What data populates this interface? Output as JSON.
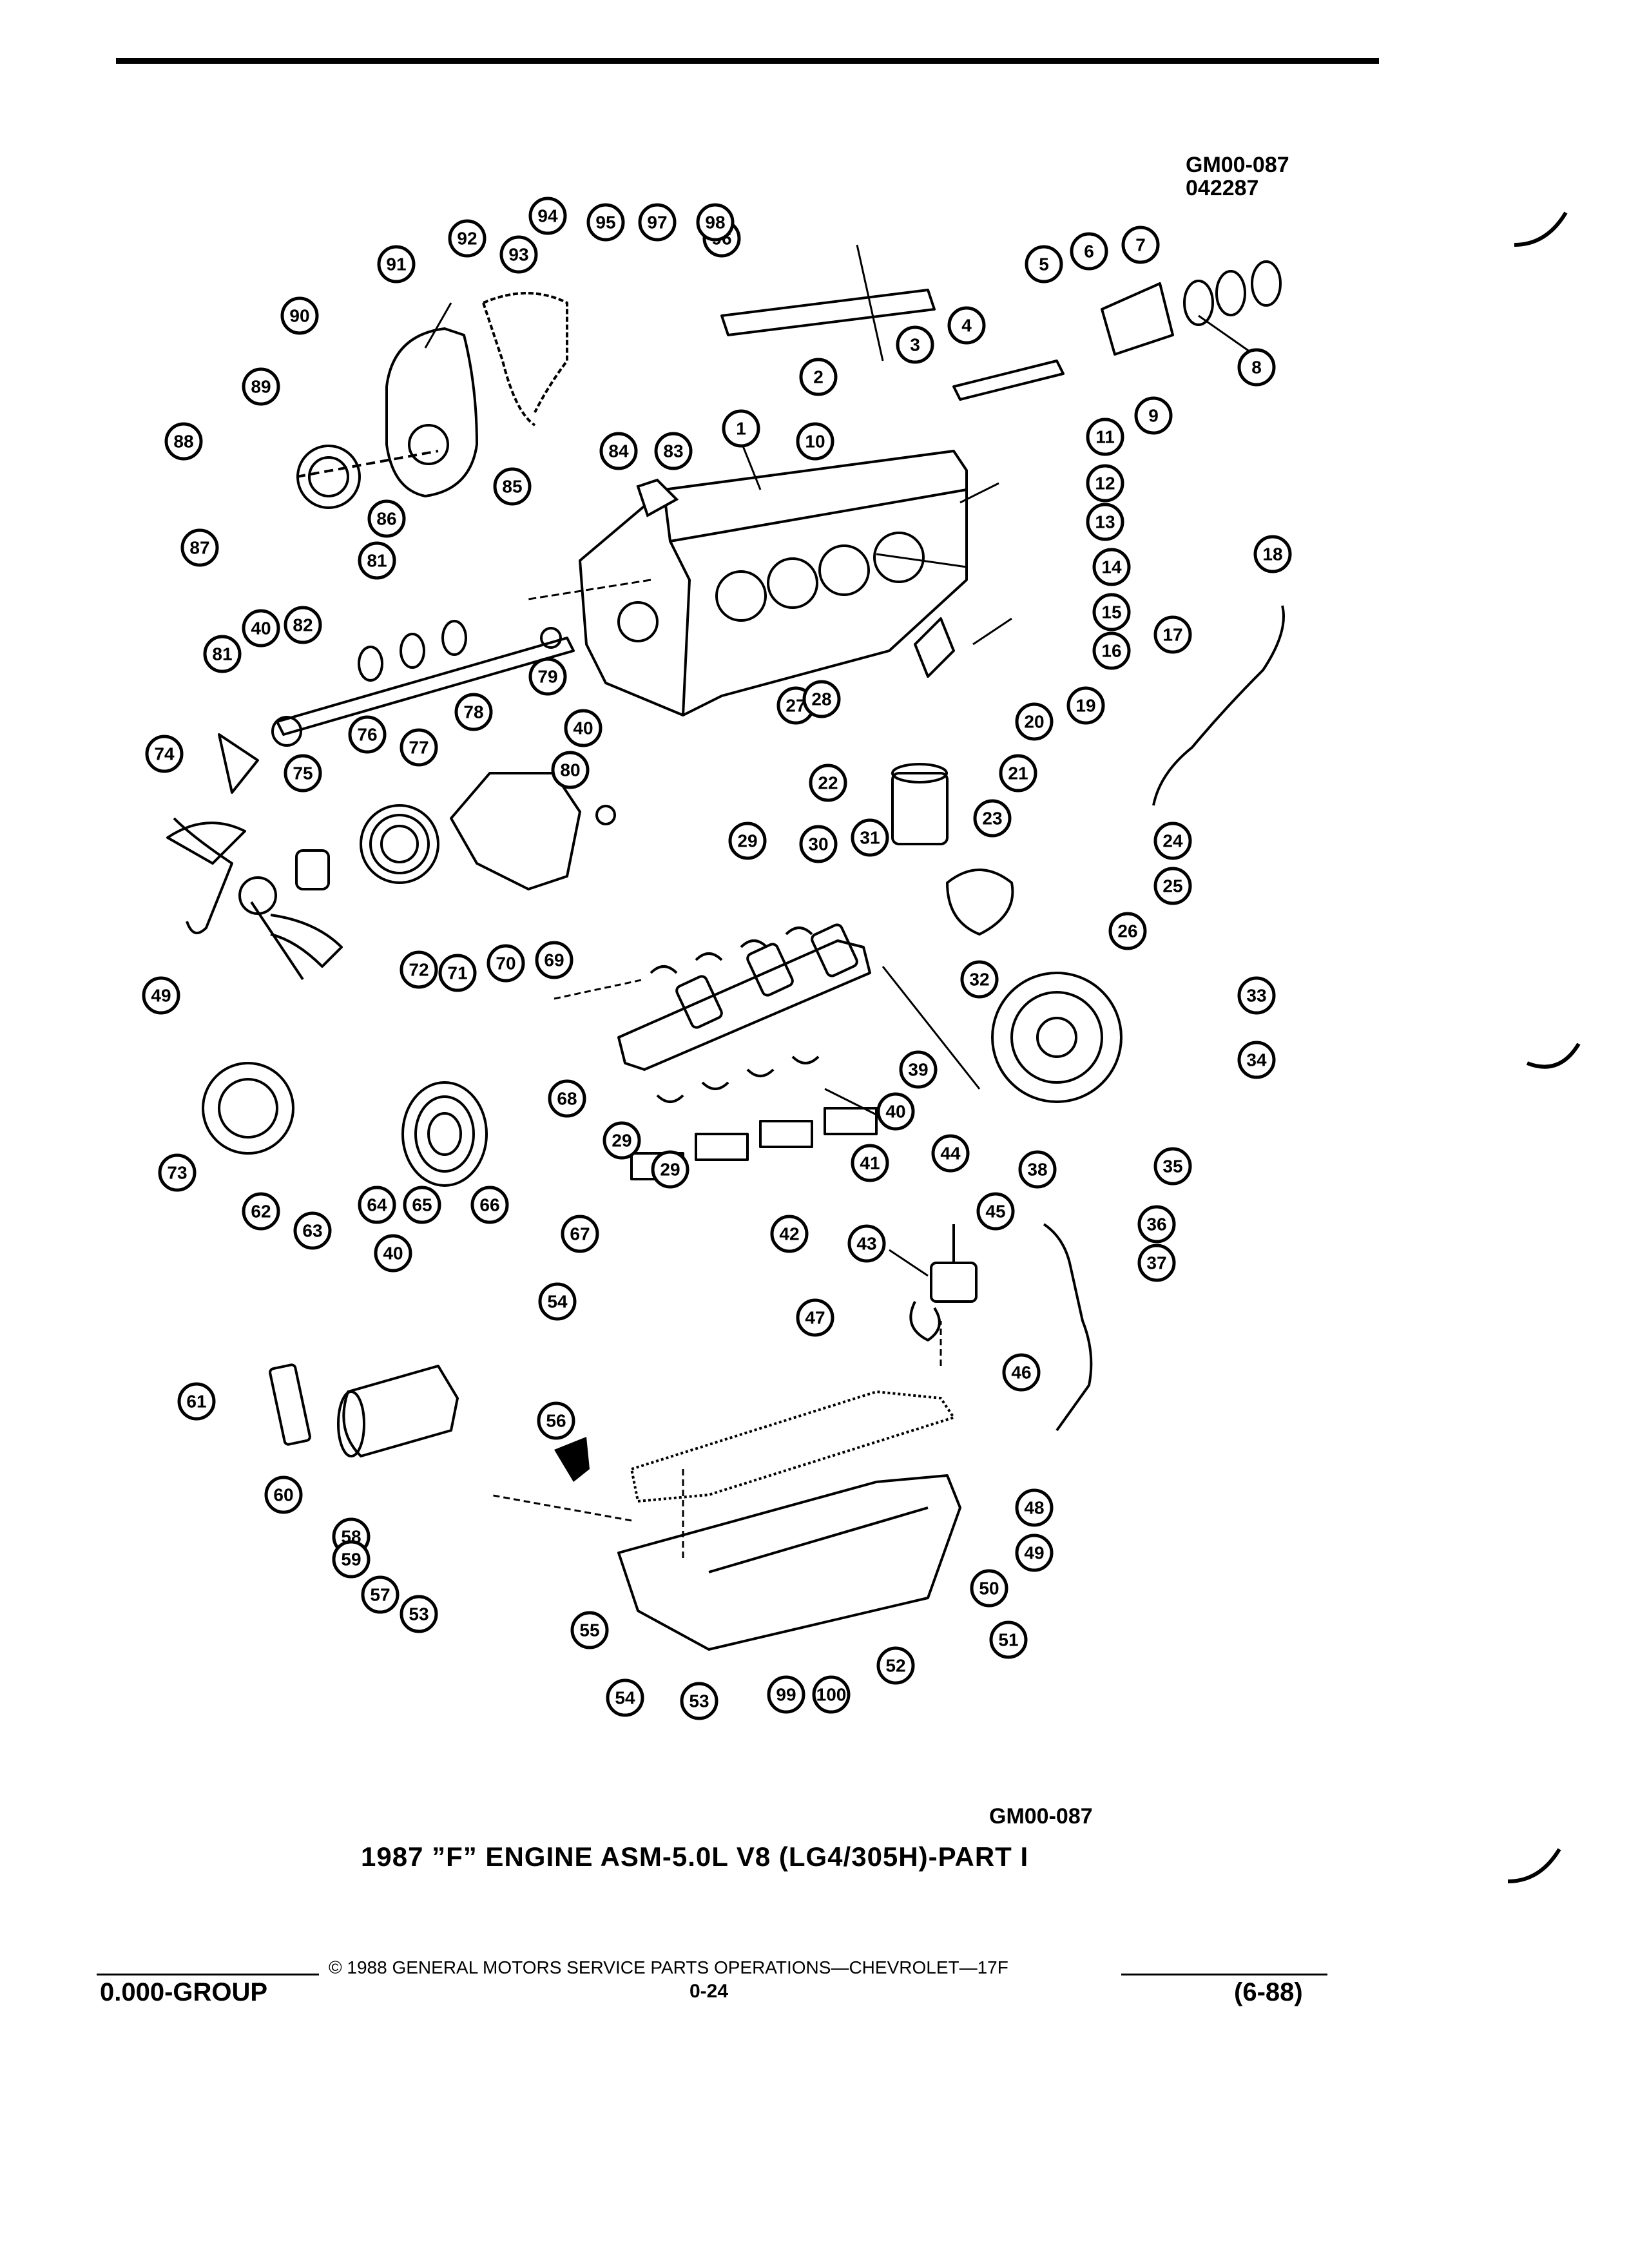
{
  "header": {
    "code_line1": "GM00-087",
    "code_line2": "042287"
  },
  "diagram": {
    "callouts": [
      "1",
      "2",
      "3",
      "4",
      "5",
      "6",
      "7",
      "8",
      "9",
      "10",
      "11",
      "12",
      "13",
      "14",
      "15",
      "16",
      "17",
      "18",
      "19",
      "20",
      "21",
      "22",
      "23",
      "24",
      "25",
      "26",
      "27",
      "28",
      "29",
      "29",
      "29",
      "30",
      "31",
      "32",
      "33",
      "34",
      "35",
      "36",
      "37",
      "38",
      "39",
      "40",
      "40",
      "40",
      "40",
      "41",
      "42",
      "43",
      "44",
      "45",
      "46",
      "47",
      "48",
      "49",
      "49",
      "50",
      "51",
      "52",
      "53",
      "53",
      "54",
      "54",
      "55",
      "56",
      "57",
      "58",
      "59",
      "60",
      "61",
      "62",
      "63",
      "64",
      "65",
      "66",
      "67",
      "68",
      "69",
      "70",
      "71",
      "72",
      "73",
      "74",
      "75",
      "76",
      "77",
      "78",
      "79",
      "80",
      "81",
      "81",
      "82",
      "83",
      "84",
      "85",
      "86",
      "87",
      "88",
      "89",
      "90",
      "91",
      "92",
      "93",
      "94",
      "95",
      "96",
      "97",
      "98",
      "99",
      "100"
    ]
  },
  "footer": {
    "code": "GM00-087",
    "caption": "1987 ”F” ENGINE ASM-5.0L V8 (LG4/305H)-PART I",
    "copyright": "©  1988  GENERAL MOTORS SERVICE PARTS OPERATIONS—CHEVROLET—17F",
    "group": "0.000-GROUP",
    "page_number": "0-24",
    "revision": "(6-88)"
  }
}
